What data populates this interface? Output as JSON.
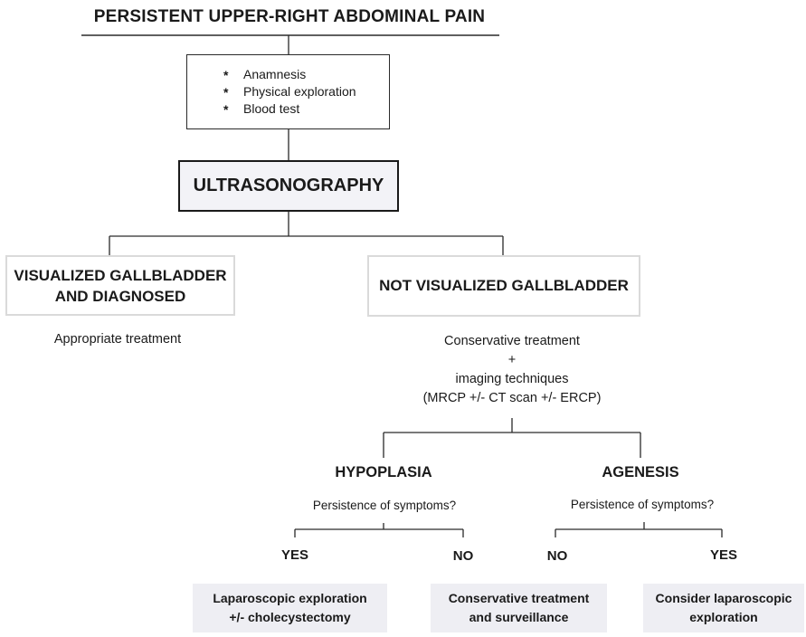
{
  "title": "PERSISTENT UPPER-RIGHT ABDOMINAL PAIN",
  "initial_assessment": {
    "bullet": "*",
    "items": [
      "Anamnesis",
      "Physical exploration",
      "Blood test"
    ]
  },
  "ultrasonography": "ULTRASONOGRAPHY",
  "visualized": {
    "line1": "VISUALIZED GALLBLADDER",
    "line2": "AND DIAGNOSED",
    "treatment": "Appropriate treatment"
  },
  "not_visualized": {
    "label": "NOT VISUALIZED GALLBLADDER",
    "treatment_lines": [
      "Conservative treatment",
      "+",
      "imaging techniques",
      "(MRCP +/- CT scan +/- ERCP)"
    ]
  },
  "hypoplasia": {
    "label": "HYPOPLASIA",
    "question": "Persistence of symptoms?",
    "yes": "YES",
    "no": "NO",
    "yes_outcome": [
      "Laparoscopic exploration",
      "+/- cholecystectomy"
    ]
  },
  "agenesis": {
    "label": "AGENESIS",
    "question": "Persistence of symptoms?",
    "no": "NO",
    "yes": "YES",
    "no_outcome": [
      "Conservative treatment",
      "and surveillance"
    ],
    "yes_outcome": [
      "Consider laparoscopic",
      "exploration"
    ]
  }
}
